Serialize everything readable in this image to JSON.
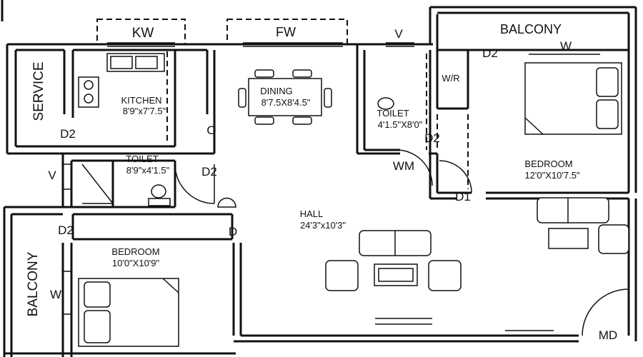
{
  "rooms": {
    "kw": "KW",
    "fw": "FW",
    "v_top": "V",
    "balcony_right": "BALCONY",
    "w_right": "W",
    "d2_bedroom_top": "D2",
    "service": "SERVICE",
    "kitchen_name": "KITCHEN",
    "kitchen_size": "8'9\"x7'7.5\"",
    "dining_name": "DINING",
    "dining_size": "8'7.5X8'4.5\"",
    "wr": "W/R",
    "toilet_right_name": "TOILET",
    "toilet_right_size": "4'1.5\"X8'0\"",
    "d2_toilet_right": "D2",
    "bedroom_right_name": "BEDROOM",
    "bedroom_right_size": "12'0\"X10'7.5\"",
    "wm": "WM",
    "d1": "D1",
    "d2_kitchen": "D2",
    "o_marker": "O",
    "toilet_left_name": "TOILET",
    "toilet_left_size": "8'9\"x4'1.5\"",
    "d2_toilet_left": "D2",
    "v_left": "V",
    "hall_name": "HALL",
    "hall_size": "24'3\"x10'3\"",
    "d2_bedroom_left": "D2",
    "d_hall": "D",
    "bedroom_left_name": "BEDROOM",
    "bedroom_left_size": "10'0\"X10'9\"",
    "balcony_left": "BALCONY",
    "w_left": "W",
    "md": "MD"
  }
}
